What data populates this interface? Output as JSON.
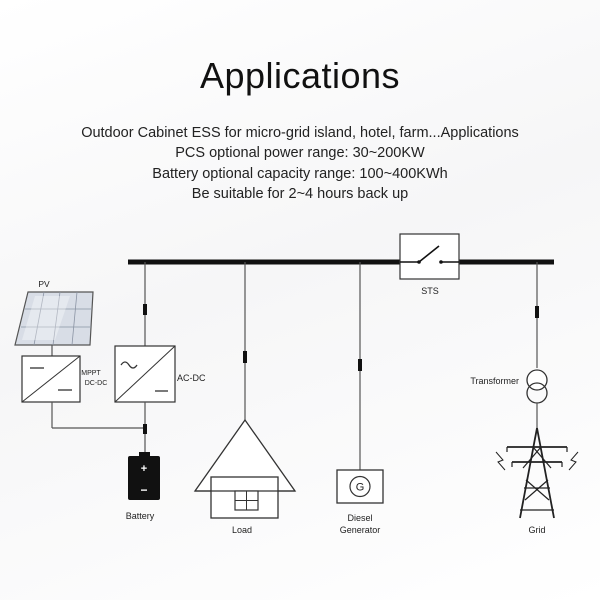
{
  "title": "Applications",
  "description": [
    "Outdoor Cabinet ESS for micro-grid island, hotel, farm...Applications",
    "PCS  optional power range: 30~200KW",
    "Battery optional capacity range: 100~400KWh",
    "Be suitable for 2~4 hours back up"
  ],
  "diagram": {
    "pv": "PV",
    "mppt": [
      "MPPT",
      "DC-DC"
    ],
    "acdc": "AC-DC",
    "sts": "STS",
    "transformer": "Transformer",
    "battery": "Battery",
    "load": "Load",
    "diesel": [
      "Diesel",
      "Generator"
    ],
    "generator_symbol": "G",
    "grid": "Grid",
    "battery_plus": "+",
    "battery_minus": "−"
  }
}
